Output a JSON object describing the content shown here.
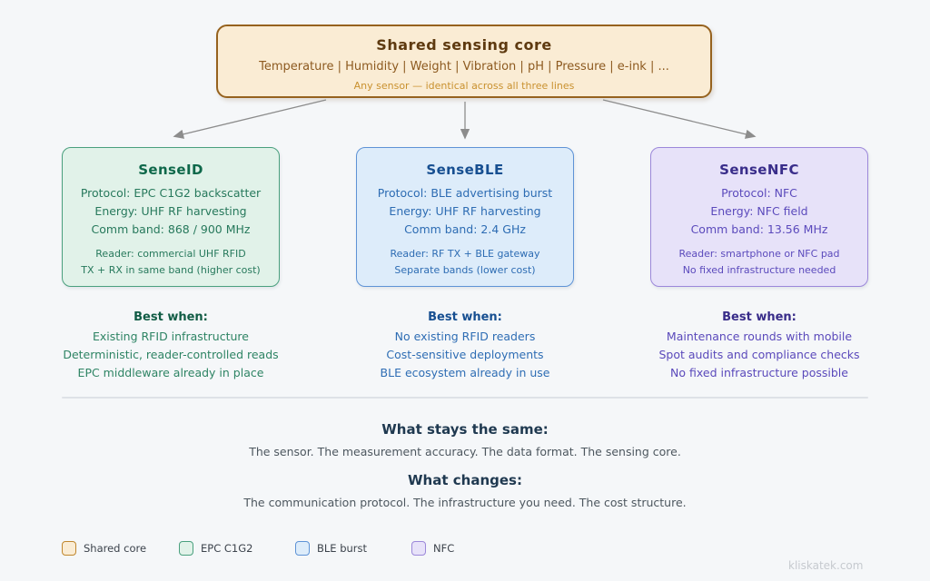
{
  "page": {
    "watermark": "kliskatek.com",
    "colors": {
      "background": "#f5f7f9",
      "arrow": "#8c8c8c",
      "divider": "#dee2e7"
    }
  },
  "core": {
    "title": "Shared sensing core",
    "subtitle": "Temperature | Humidity | Weight | Vibration | pH | Pressure | e-ink | ...",
    "note": "Any sensor — identical across all three lines",
    "colors": {
      "fill": "#faecd4",
      "border": "#96621e",
      "title": "#5e3a10",
      "subtitle": "#8d5a20",
      "note": "#c9912f"
    }
  },
  "products": [
    {
      "name": "SenseID",
      "lines": [
        "Protocol: EPC C1G2 backscatter",
        "Energy: UHF RF harvesting",
        "Comm band: 868 / 900 MHz"
      ],
      "notes": [
        "Reader: commercial UHF RFID",
        "TX + RX in same band (higher cost)"
      ],
      "best_when": {
        "heading": "Best when:",
        "items": [
          "Existing RFID infrastructure",
          "Deterministic, reader-controlled reads",
          "EPC middleware already in place"
        ]
      },
      "colors": {
        "fill": "#e1f2e9",
        "border": "#4aa07e",
        "title": "#0e684a",
        "text": "#27795c"
      }
    },
    {
      "name": "SenseBLE",
      "lines": [
        "Protocol: BLE advertising burst",
        "Energy: UHF RF harvesting",
        "Comm band: 2.4 GHz"
      ],
      "notes": [
        "Reader: RF TX + BLE gateway",
        "Separate bands (lower cost)"
      ],
      "best_when": {
        "heading": "Best when:",
        "items": [
          "No existing RFID readers",
          "Cost-sensitive deployments",
          "BLE ecosystem already in use"
        ]
      },
      "colors": {
        "fill": "#ddecfa",
        "border": "#5e93d6",
        "title": "#174f91",
        "text": "#2d6cb3"
      }
    },
    {
      "name": "SenseNFC",
      "lines": [
        "Protocol: NFC",
        "Energy: NFC field",
        "Comm band: 13.56 MHz"
      ],
      "notes": [
        "Reader: smartphone or NFC pad",
        "No fixed infrastructure needed"
      ],
      "best_when": {
        "heading": "Best when:",
        "items": [
          "Maintenance rounds with mobile",
          "Spot audits and compliance checks",
          "No fixed infrastructure possible"
        ]
      },
      "colors": {
        "fill": "#e7e2f9",
        "border": "#9c88da",
        "title": "#392d8a",
        "text": "#5b4abc"
      }
    }
  ],
  "summary": {
    "same_heading": "What stays the same:",
    "same_body": "The sensor. The measurement accuracy. The data format. The sensing core.",
    "changes_heading": "What changes:",
    "changes_body": "The communication protocol. The infrastructure you need. The cost structure."
  },
  "legend": {
    "items": [
      {
        "label": "Shared core",
        "fill": "#faecd4",
        "border": "#c0872e"
      },
      {
        "label": "EPC C1G2",
        "fill": "#e1f2e9",
        "border": "#4aa07e"
      },
      {
        "label": "BLE burst",
        "fill": "#ddecfa",
        "border": "#5e93d6"
      },
      {
        "label": "NFC",
        "fill": "#e7e2f9",
        "border": "#9c88da"
      }
    ]
  }
}
